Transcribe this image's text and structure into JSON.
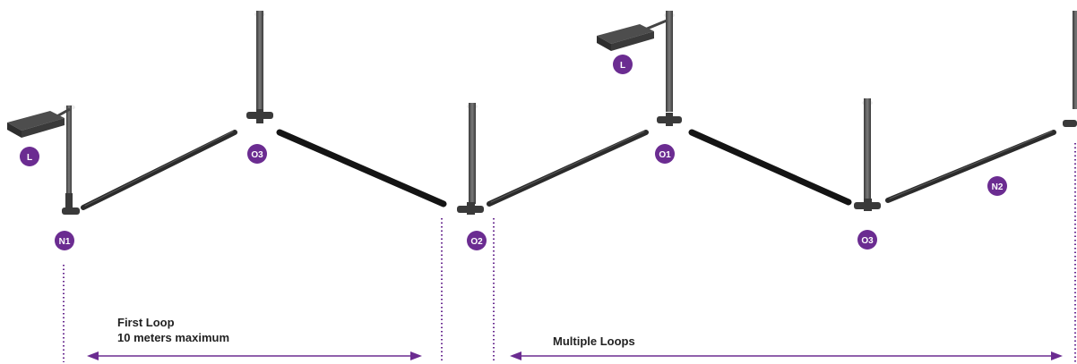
{
  "colors": {
    "accent": "#6b2c91",
    "rod_dark": "#1a1a1a",
    "rod_mid": "#3d3d3d",
    "pendant": "#555555",
    "driver_box": "#5a5a5a",
    "caption": "#222222"
  },
  "nodes": {
    "l_left": "L",
    "n1": "N1",
    "o3_top": "O3",
    "o2": "O2",
    "l_right": "L",
    "o1": "O1",
    "o3_bottom": "O3",
    "n2": "N2"
  },
  "loops": {
    "first_title": "First Loop",
    "first_limit": "10 meters maximum",
    "multiple": "Multiple Loops"
  }
}
